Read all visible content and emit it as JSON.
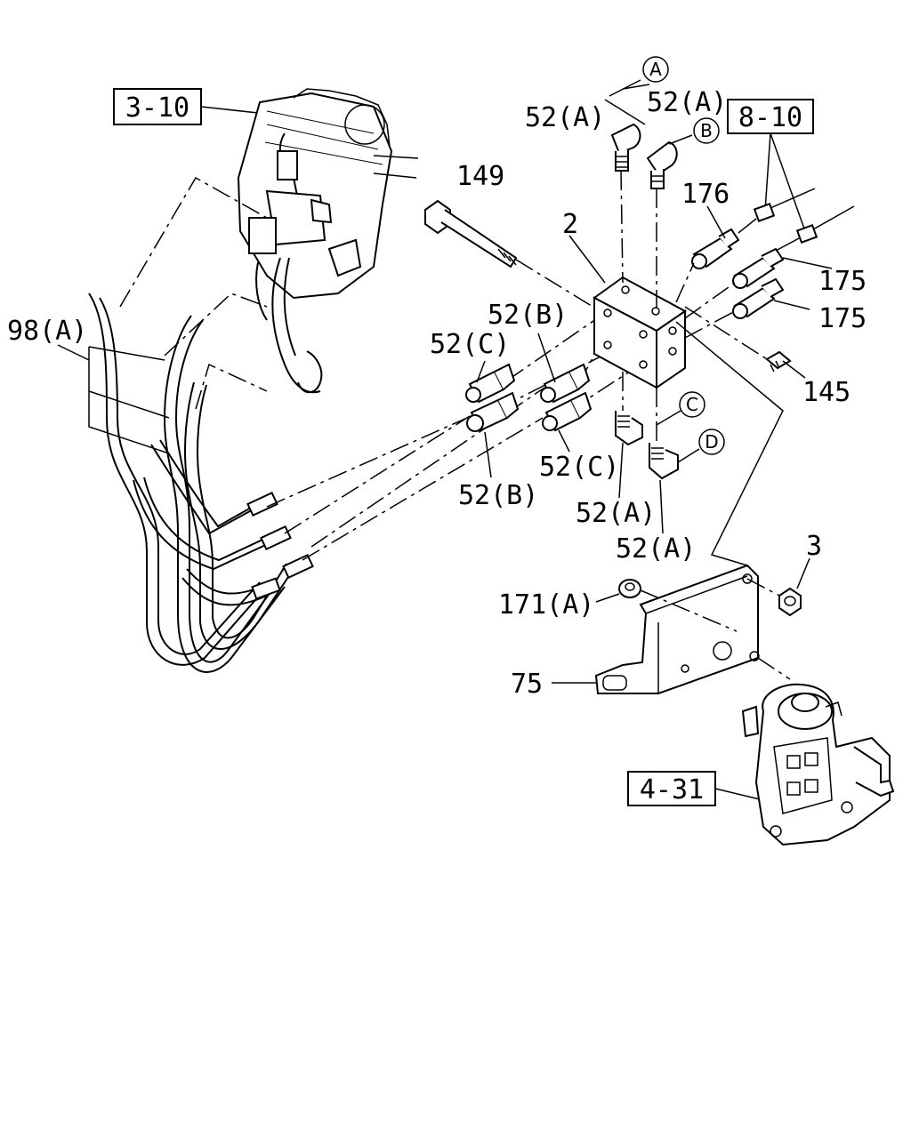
{
  "refs": {
    "r3_10": "3-10",
    "r8_10": "8-10",
    "r4_31": "4-31"
  },
  "labels": {
    "l149": "149",
    "l2": "2",
    "l52a_1": "52(A)",
    "l52a_2": "52(A)",
    "l52a_3": "52(A)",
    "l52a_4": "52(A)",
    "l52b_1": "52(B)",
    "l52b_2": "52(B)",
    "l52c_1": "52(C)",
    "l52c_2": "52(C)",
    "l176": "176",
    "l175_1": "175",
    "l175_2": "175",
    "l145": "145",
    "l98a": "98(A)",
    "l3": "3",
    "l171a": "171(A)",
    "l75": "75"
  },
  "circles": {
    "cA": "A",
    "cB": "B",
    "cC": "C",
    "cD": "D"
  }
}
